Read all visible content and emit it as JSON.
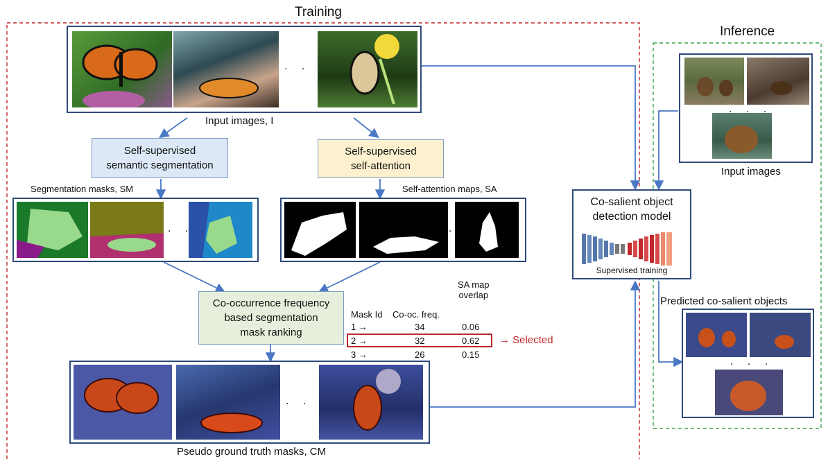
{
  "training": {
    "title": "Training",
    "input_caption": "Input images, I",
    "seg_box_label": "Self-supervised\nsemantic segmentation",
    "att_box_label": "Self-supervised\nself-attention",
    "seg_caption": "Segmentation masks, SM",
    "att_caption": "Self-attention maps, SA",
    "rank_box_label": "Co-occurrence frequency\nbased segmentation\nmask ranking",
    "pseudo_caption": "Pseudo ground truth masks, CM",
    "dots": ". .",
    "table": {
      "col_mask": "Mask Id",
      "col_freq": "Co-oc. freq.",
      "col_overlap": "SA map\noverlap",
      "rows": [
        {
          "id": "1 →",
          "freq": "34",
          "overlap": "0.06"
        },
        {
          "id": "2 →",
          "freq": "32",
          "overlap": "0.62"
        },
        {
          "id": "3 →",
          "freq": "26",
          "overlap": "0.15"
        }
      ],
      "selected_label": "→ Selected"
    }
  },
  "model": {
    "title": "Co-salient object\ndetection model",
    "caption": "Supervised training"
  },
  "inference": {
    "title": "Inference",
    "input_caption": "Input images",
    "output_caption": "Predicted co-salient objects",
    "dots": ". . ."
  },
  "colors": {
    "training_border": "#c0282c",
    "inference_border": "#3aa64a",
    "frame_border": "#2e4a7a",
    "arrow": "#4a78c4",
    "seg_box_fill": "#dce8f6",
    "att_box_fill": "#fdf0cf",
    "rank_box_fill": "#e5efdb",
    "selected_text": "#c0282c"
  }
}
